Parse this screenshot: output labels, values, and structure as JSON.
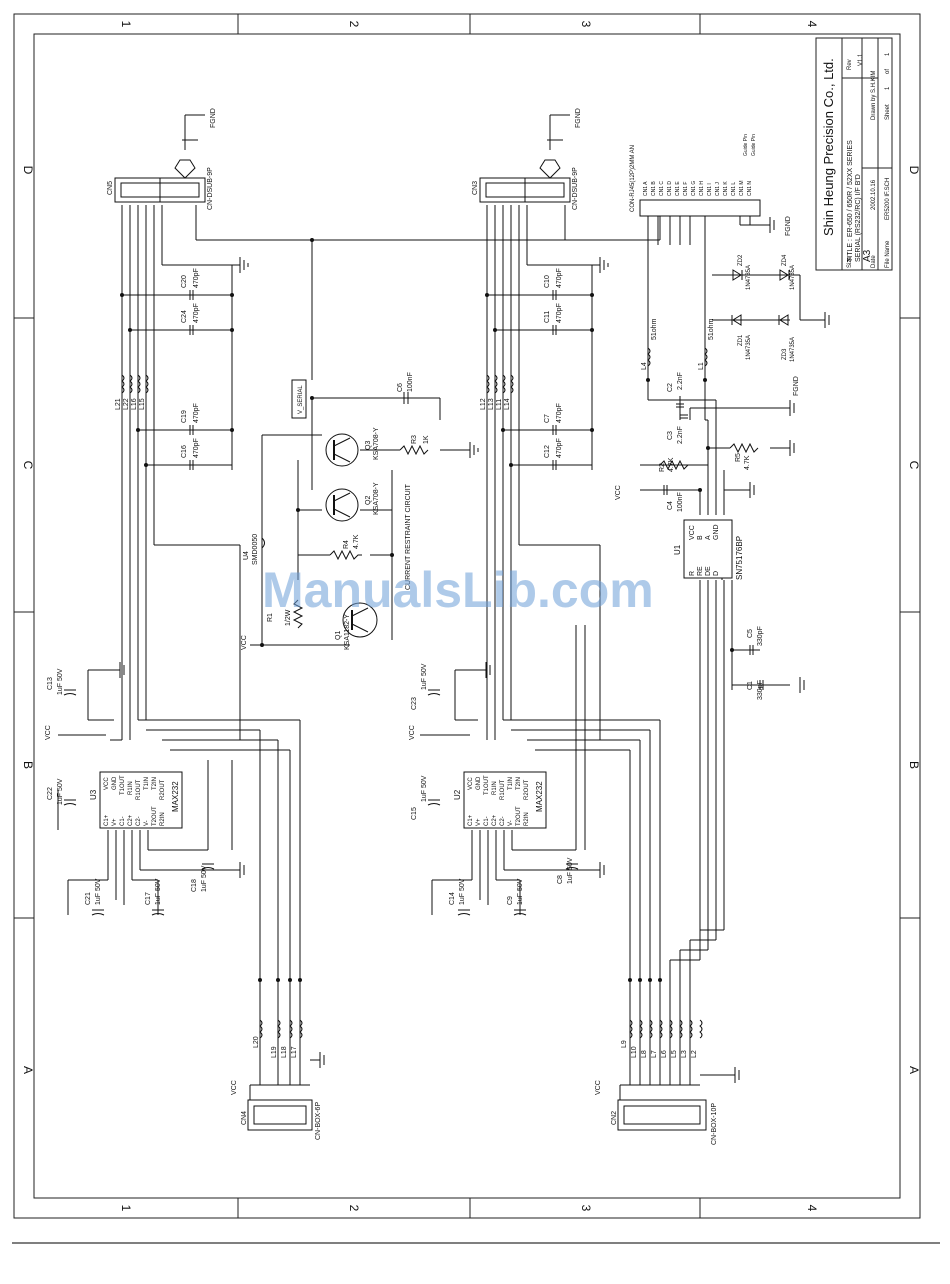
{
  "title_block": {
    "company": "Shin Heung Precision Co., Ltd.",
    "title_line1": "TITLE : ER-650 / 650R / 52XX SERIES",
    "title_line2": "SERIAL (RS232/RC) I/F B'D",
    "size_label": "Size",
    "size": "A3",
    "rev_label": "Rev",
    "rev": "V1.1",
    "date_label": "Date",
    "date": "2002.10.16",
    "drawn_by": "Drawn by S.H.KIM",
    "file_label": "File Name",
    "file_name": "ER5200 IF.SCH",
    "sheet_label": "Sheet",
    "sheet_num": "1",
    "of_label": "of",
    "sheet_total": "1"
  },
  "frame": {
    "cols": [
      "1",
      "2",
      "3",
      "4"
    ],
    "rows": [
      "D",
      "C",
      "B",
      "A"
    ]
  },
  "watermark": "ManualsLib.com",
  "labels": {
    "fgnd": "FGND",
    "vcc": "VCC",
    "v_serial": "V_SERIAL",
    "current_restraint": "CURRENT RESTRAINT CIRCUIT",
    "guide_pin": "Guide Pin"
  },
  "connectors": {
    "cn5": {
      "ref": "CN5",
      "type": "CN-DSUB-9P"
    },
    "cn3": {
      "ref": "CN3",
      "type": "CN-DSUB-9P"
    },
    "cn1": {
      "ref": "CN1",
      "type": "CON-RJ45(12P)2MM AN"
    },
    "cn4": {
      "ref": "CN4",
      "type": "CN-BOX-6P"
    },
    "cn2": {
      "ref": "CN2",
      "type": "CN-BOX-10P"
    }
  },
  "ics": {
    "u3": {
      "ref": "U3",
      "part": "MAX232"
    },
    "u2": {
      "ref": "U2",
      "part": "MAX232"
    },
    "u1": {
      "ref": "U1",
      "part": "SN75176BP"
    },
    "u4": {
      "ref": "U4",
      "part": "SMD0050"
    }
  },
  "max232_pins": [
    "VCC",
    "GND",
    "T1OUT",
    "R1IN",
    "R1OUT",
    "T1IN",
    "T2IN",
    "R2OUT",
    "C1+",
    "V+",
    "C1-",
    "C2+",
    "C2-",
    "V-",
    "T2OUT",
    "R2IN"
  ],
  "sn75176_pins": [
    "R",
    "RE",
    "DE",
    "D",
    "VCC",
    "B",
    "A",
    "GND"
  ],
  "cn1_pins": [
    "CN1 A",
    "CN1 B",
    "CN1 C",
    "CN1 D",
    "CN1 E",
    "CN1 F",
    "CN1 G",
    "CN1 H",
    "CN1 I",
    "CN1 J",
    "CN1 K",
    "CN1 L",
    "CN1 M",
    "CN1 N"
  ],
  "transistors": {
    "q1": {
      "ref": "Q1",
      "part": "KSA1182-Y"
    },
    "q2": {
      "ref": "Q2",
      "part": "KSA708-Y"
    },
    "q3": {
      "ref": "Q3",
      "part": "KSA708-Y"
    }
  },
  "resistors": {
    "r1": {
      "ref": "R1",
      "value": "1/2W"
    },
    "r2": {
      "ref": "R2",
      "value": "4.7K"
    },
    "r3": {
      "ref": "R3",
      "value": "1K"
    },
    "r4": {
      "ref": "R4",
      "value": "4.7K"
    },
    "r5": {
      "ref": "R5",
      "value": "4.7K"
    }
  },
  "zeners": {
    "zd1": {
      "ref": "ZD1",
      "part": "1N4735A"
    },
    "zd2": {
      "ref": "ZD2",
      "part": "1N4735A"
    },
    "zd3": {
      "ref": "ZD3",
      "part": "1N4735A"
    },
    "zd4": {
      "ref": "ZD4",
      "part": "1N4735A"
    }
  },
  "inductors": {
    "l4": {
      "ref": "L4",
      "value": "51ohm"
    },
    "l1": {
      "ref": "L1",
      "value": "51ohm"
    }
  },
  "caps_small": {
    "c1": {
      "ref": "C1",
      "value": "330pF"
    },
    "c2": {
      "ref": "C2",
      "value": "2.2nF"
    },
    "c3": {
      "ref": "C3",
      "value": "2.2nF"
    },
    "c4": {
      "ref": "C4",
      "value": "100nF"
    },
    "c5": {
      "ref": "C5",
      "value": "330pF"
    },
    "c6": {
      "ref": "C6",
      "value": "100nF"
    }
  },
  "caps_470_left": [
    {
      "ref": "C20",
      "value": "470pF"
    },
    {
      "ref": "C24",
      "value": "470pF"
    },
    {
      "ref": "C19",
      "value": "470pF"
    },
    {
      "ref": "C16",
      "value": "470pF"
    }
  ],
  "caps_470_right": [
    {
      "ref": "C10",
      "value": "470pF"
    },
    {
      "ref": "C11",
      "value": "470pF"
    },
    {
      "ref": "C7",
      "value": "470pF"
    },
    {
      "ref": "C12",
      "value": "470pF"
    }
  ],
  "caps_elec": {
    "c13": {
      "ref": "C13",
      "value": "1uF 50V"
    },
    "c22": {
      "ref": "C22",
      "value": "1uF 50V"
    },
    "c21": {
      "ref": "C21",
      "value": "1uF 50V"
    },
    "c17": {
      "ref": "C17",
      "value": "1uF 50V"
    },
    "c18": {
      "ref": "C18",
      "value": "1uF 50V"
    },
    "c23": {
      "ref": "C23",
      "value": "1uF 50V"
    },
    "c15": {
      "ref": "C15",
      "value": "1uF 50V"
    },
    "c14": {
      "ref": "C14",
      "value": "1uF 50V"
    },
    "c9": {
      "ref": "C9",
      "value": "1uF 50V"
    },
    "c8": {
      "ref": "C8",
      "value": "1uF 50V"
    }
  },
  "inductor_groups": {
    "top_left": [
      "L21",
      "L22",
      "L16",
      "L15"
    ],
    "top_right": [
      "L12",
      "L13",
      "L11",
      "L14"
    ],
    "bottom_left": [
      "L20",
      "L19",
      "L18",
      "L17"
    ],
    "bottom_right": [
      "L9",
      "L10",
      "L8",
      "L7",
      "L6",
      "L5",
      "L3",
      "L2"
    ]
  }
}
